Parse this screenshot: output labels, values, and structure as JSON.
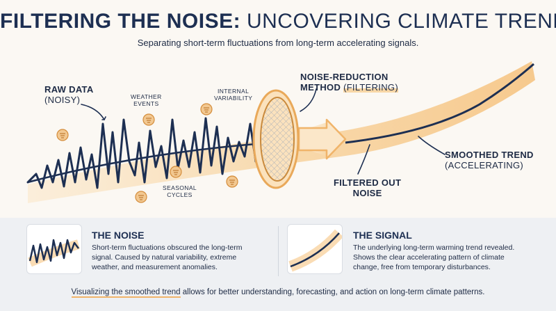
{
  "header": {
    "title_bold": "FILTERING THE NOISE:",
    "title_light": "UNCOVERING CLIMATE TRENDS",
    "subtitle": "Separating short-term fluctuations from long-term accelerating signals."
  },
  "labels": {
    "raw_data_title": "RAW DATA",
    "raw_data_sub": "(NOISY)",
    "weather_events": [
      "WEATHER",
      "EVENTS"
    ],
    "internal_variability": [
      "INTERNAL",
      "VARIABILITY"
    ],
    "seasonal_cycles": [
      "SEASONAL",
      "CYCLES"
    ],
    "method_title": "NOISE-REDUCTION",
    "method_prefix": "METHOD",
    "method_highlight": "(FILTERING)",
    "filtered_out": [
      "FILTERED OUT",
      "NOISE"
    ],
    "smoothed_title": "SMOOTHED TREND",
    "smoothed_sub": "(ACCELERATING)"
  },
  "noise_card": {
    "title": "THE NOISE",
    "body": [
      "Short-term fluctuations obscured the long-term",
      "signal. Caused by natural variability, extreme",
      "weather, and measurement anomalies."
    ]
  },
  "signal_card": {
    "title": "THE SIGNAL",
    "body": [
      "The underlying long-term warming trend revealed.",
      "Shows the clear accelerating pattern of climate",
      "change, free from temporary disturbances."
    ]
  },
  "footer": {
    "underlined": "Visualizing the smoothed trend",
    "rest": " allows for better understanding, forecasting, and action on long-term climate patterns."
  },
  "colors": {
    "navy": "#1d2f52",
    "accent_orange": "#f0b46a",
    "glow": "#f8d7a6",
    "panel": "#eef0f3"
  },
  "icons": [
    "weather-icon",
    "filter-icon",
    "arrow-icon"
  ]
}
